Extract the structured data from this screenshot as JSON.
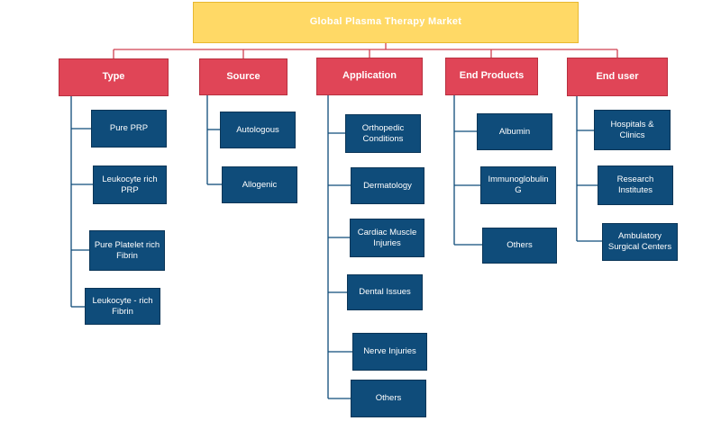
{
  "root": {
    "label": "Global  Plasma  Therapy  Market"
  },
  "categories": [
    {
      "label": "Type",
      "items": [
        "Pure PRP",
        "Leukocyte rich PRP",
        "Pure Platelet rich Fibrin",
        "Leukocyte - rich Fibrin"
      ]
    },
    {
      "label": "Source",
      "items": [
        "Autologous",
        "Allogenic"
      ]
    },
    {
      "label": "Application",
      "items": [
        "Orthopedic Conditions",
        "Dermatology",
        "Cardiac Muscle Injuries",
        "Dental Issues",
        "Nerve Injuries",
        "Others"
      ]
    },
    {
      "label": "End Products",
      "items": [
        "Albumin",
        "Immunoglobulin G",
        "Others"
      ]
    },
    {
      "label": "End user",
      "items": [
        "Hospitals & Clinics",
        "Research Institutes",
        "Ambulatory Surgical Centers"
      ]
    }
  ],
  "colors": {
    "root_fill": "#ffd966",
    "category_fill": "#e04557",
    "leaf_fill": "#0f4c7a",
    "root_connector": "#d04050",
    "tree_connector": "#0f4c7a"
  }
}
